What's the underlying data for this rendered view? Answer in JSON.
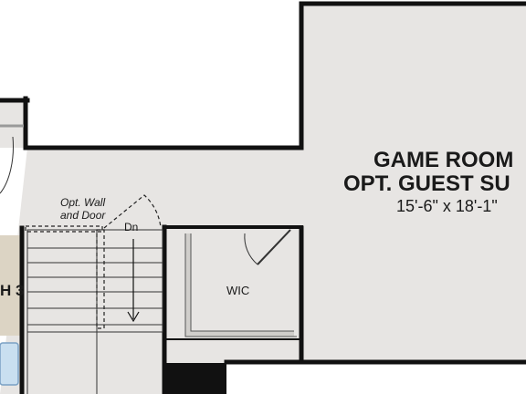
{
  "colors": {
    "floor": "#e7e5e3",
    "bath": "#dcd4c4",
    "wall": "#111111",
    "fixture": "#c9dff0"
  },
  "rooms": {
    "game_room": {
      "title_line1": "GAME ROOM",
      "title_line2": "OPT. GUEST SU",
      "dimensions": "15'-6\" x 18'-1\""
    },
    "wic": {
      "label": "WIC"
    },
    "bath": {
      "label": "H 3"
    }
  },
  "notes": {
    "opt_wall_line1": "Opt. Wall",
    "opt_wall_line2": "and Door",
    "stair_direction": "Dn"
  }
}
